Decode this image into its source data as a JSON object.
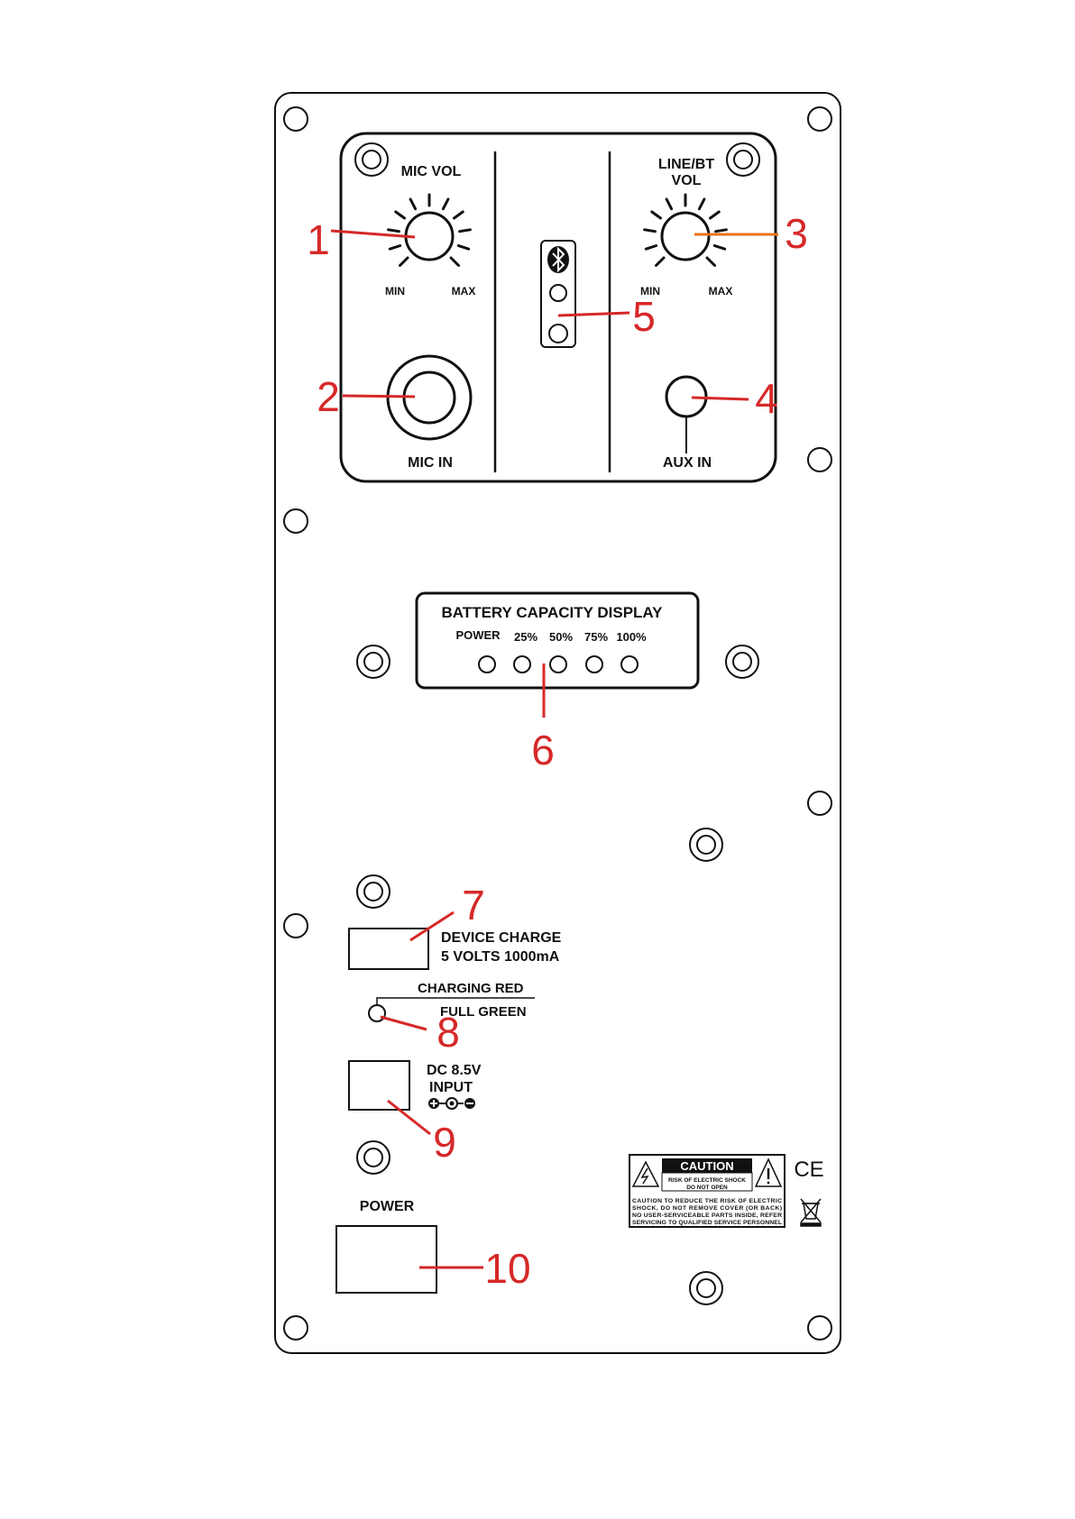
{
  "colors": {
    "outline": "#111111",
    "callout": "#d62828",
    "callout_line_3": "#e8731a",
    "background": "#ffffff"
  },
  "top_panel": {
    "mic_vol_label": "MIC VOL",
    "mic_min": "MIN",
    "mic_max": "MAX",
    "mic_in_label": "MIC IN",
    "line_bt_label_line1": "LINE/BT",
    "line_bt_label_line2": "VOL",
    "line_min": "MIN",
    "line_max": "MAX",
    "aux_in_label": "AUX IN",
    "bluetooth_icon": "bluetooth-icon"
  },
  "battery": {
    "title": "BATTERY CAPACITY DISPLAY",
    "levels": [
      "POWER",
      "25%",
      "50%",
      "75%",
      "100%"
    ]
  },
  "device_charge": {
    "line1": "DEVICE CHARGE",
    "line2": "5 VOLTS  1000mA"
  },
  "charge_led": {
    "line1": "CHARGING RED",
    "line2": "FULL GREEN"
  },
  "dc_input": {
    "line1": "DC 8.5V",
    "line2": "INPUT",
    "polarity_icon": "dc-polarity-icon"
  },
  "power": {
    "label": "POWER"
  },
  "caution": {
    "title": "CAUTION",
    "sub1": "RISK OF ELECTRIC SHOCK",
    "sub2": "DO NOT OPEN",
    "body1": "CAUTION  TO  REDUCE  THE  RISK  OF  ELECTRIC",
    "body2": "SHOCK,  DO  NOT  REMOVE  COVER  (OR  BACK)",
    "body3": "NO  USER-SERVICEABLE  PARTS  INSIDE,  REFER",
    "body4": "SERVICING TO QUALIFIED SERVICE PERSONNEL"
  },
  "marks": {
    "ce": "CE",
    "weee_icon": "weee-bin-icon"
  },
  "callouts": [
    "1",
    "2",
    "3",
    "4",
    "5",
    "6",
    "7",
    "8",
    "9",
    "10"
  ]
}
